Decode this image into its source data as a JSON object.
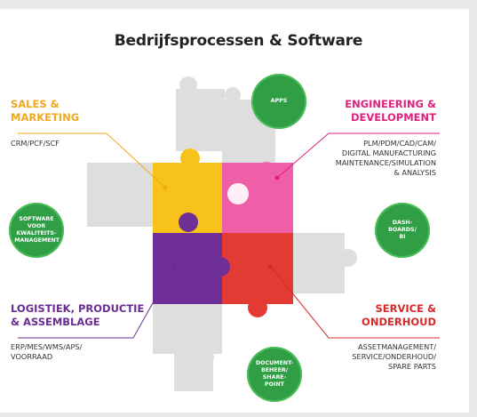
{
  "title": "Bedrijfsprocessen & Software",
  "sections": {
    "sales": {
      "heading": "SALES &\nMARKETING",
      "sub": "CRM/PCF/SCF",
      "color": "#f0a81e"
    },
    "engineering": {
      "heading": "ENGINEERING &\nDEVELOPMENT",
      "sub": "PLM/PDM/CAD/CAM/\nDIGITAL MANUFACTURING\nMAINTENANCE/SIMULATION\n& ANALYSIS",
      "color": "#e0207e"
    },
    "logistiek": {
      "heading": "LOGISTIEK, PRODUCTIE\n& ASSEMBLAGE",
      "sub": "ERP/MES/WMS/APS/\nVOORRAAD",
      "color": "#6a2c91"
    },
    "service": {
      "heading": "SERVICE &\nONDERHOUD",
      "sub": "ASSETMANAGEMENT/\nSERVICE/ONDERHOUD/\nSPARE PARTS",
      "color": "#d42a2a"
    }
  },
  "circles": {
    "apps": "APPS",
    "kwaliteit": "SOFTWARE\nVOOR\nKWALITEITS-\nMANAGEMENT",
    "dashboards": "DASH-\nBOARDS/\nBI",
    "document": "DOCUMENT-\nBEHEER/\nSHARE-\nPOINT"
  },
  "colors": {
    "circle": "#2f9e44",
    "grey_piece": "#dedede",
    "yellow": "#f7c21a",
    "pink": "#ee5fa8",
    "purple": "#6e2f97",
    "red": "#e43a34"
  }
}
